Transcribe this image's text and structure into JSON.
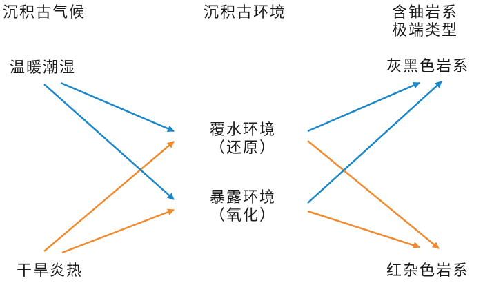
{
  "headers": {
    "climate": "沉积古气候",
    "environment": "沉积古环境",
    "rock_type_line1": "含铀岩系",
    "rock_type_line2": "极端类型"
  },
  "climates": {
    "warm_humid": "温暖潮湿",
    "dry_hot": "干旱炎热"
  },
  "environments": {
    "covered": "覆水环境",
    "covered_note": "（还原）",
    "exposed": "暴露环境",
    "exposed_note": "（氧化）"
  },
  "rock_types": {
    "grey_black": "灰黑色岩系",
    "red_mixed": "红杂色岩系"
  },
  "colors": {
    "blue_arrow": "#1a86c7",
    "orange_arrow": "#f08a2e",
    "text": "#1a1a1a"
  }
}
